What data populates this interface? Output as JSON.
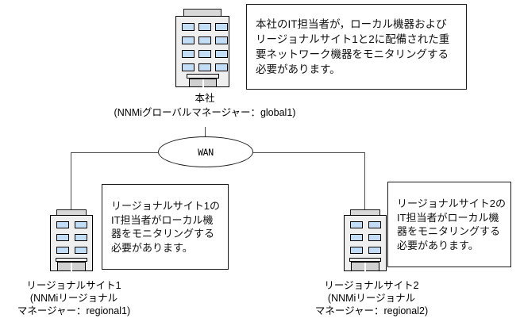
{
  "diagram": {
    "title": "NNMi global / regional manager deployment diagram",
    "colors": {
      "window_fill": "#c3ddf7",
      "building_fill": "#efefef",
      "roof_fill": "#d8d8d8",
      "line": "#4d4d4d",
      "outline": "#000000",
      "background": "#ffffff"
    },
    "headquarters": {
      "icon_name": "office-building-icon",
      "name_label": "本社",
      "role_label": "(NNMiグローバルマネージャー：global1)",
      "callout": {
        "lines": [
          "本社のIT担当者が，ローカル機器および",
          "リージョナルサイト1と2に配備された重",
          "要ネットワーク機器をモニタリングする",
          "必要があります。"
        ]
      }
    },
    "wan": {
      "label": "WAN"
    },
    "regional_sites": [
      {
        "id": "regional1",
        "icon_name": "office-building-icon",
        "name_label": "リージョナルサイト1",
        "role_line1": "(NNMiリージョナル",
        "role_line2": "マネージャー：regional1)",
        "callout": {
          "lines": [
            "リージョナルサイト1の",
            "IT担当者がローカル機",
            "器をモニタリングする",
            "必要があります。"
          ]
        }
      },
      {
        "id": "regional2",
        "icon_name": "office-building-icon",
        "name_label": "リージョナルサイト2",
        "role_line1": "(NNMiリージョナル",
        "role_line2": "マネージャー：regional2)",
        "callout": {
          "lines": [
            "リージョナルサイト2の",
            "IT担当者がローカル機",
            "器をモニタリングする",
            "必要があります。"
          ]
        }
      }
    ]
  }
}
